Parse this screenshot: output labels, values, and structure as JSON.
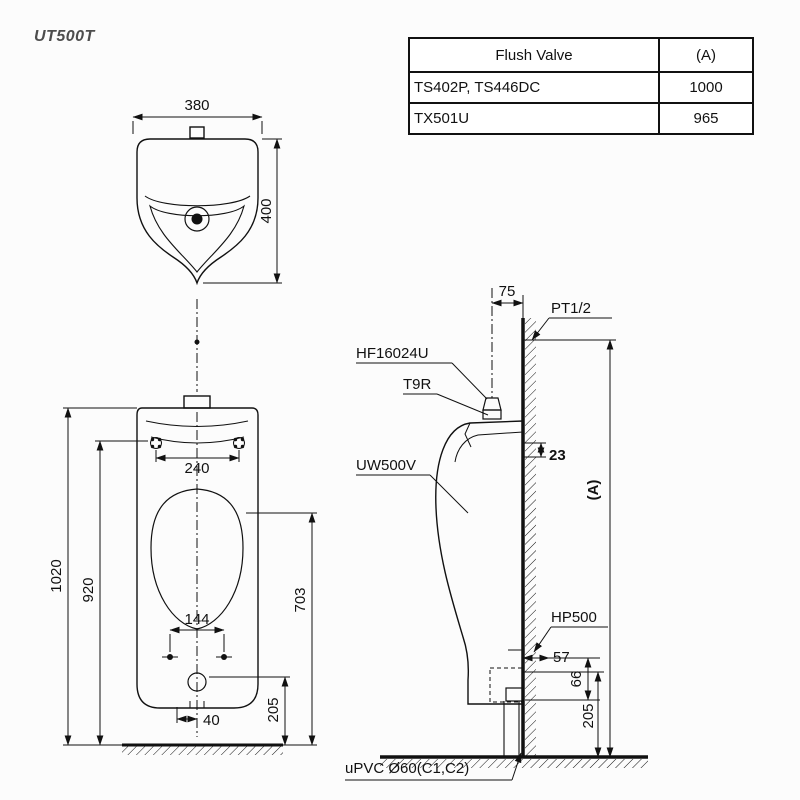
{
  "title": "UT500T",
  "table": {
    "header": {
      "flush_valve": "Flush Valve",
      "a": "(A)"
    },
    "rows": [
      {
        "name": "TS402P, TS446DC",
        "value": "1000"
      },
      {
        "name": "TX501U",
        "value": "965"
      }
    ]
  },
  "dims": {
    "front_top": {
      "width": "380",
      "height": "400"
    },
    "front": {
      "overall": "1020",
      "height_920": "920",
      "bolt_240": "240",
      "d144": "144",
      "d703": "703",
      "d205": "205",
      "d40": "40"
    }
  },
  "side": {
    "d75": "75",
    "pt_half": "PT1/2",
    "hf": "HF16024U",
    "t9r": "T9R",
    "uw": "UW500V",
    "d23": "23",
    "a_ref": "(A)",
    "hp": "HP500",
    "d57": "57",
    "d66": "66",
    "d205": "205",
    "upvc": "uPVC Ø60(C1,C2)"
  }
}
